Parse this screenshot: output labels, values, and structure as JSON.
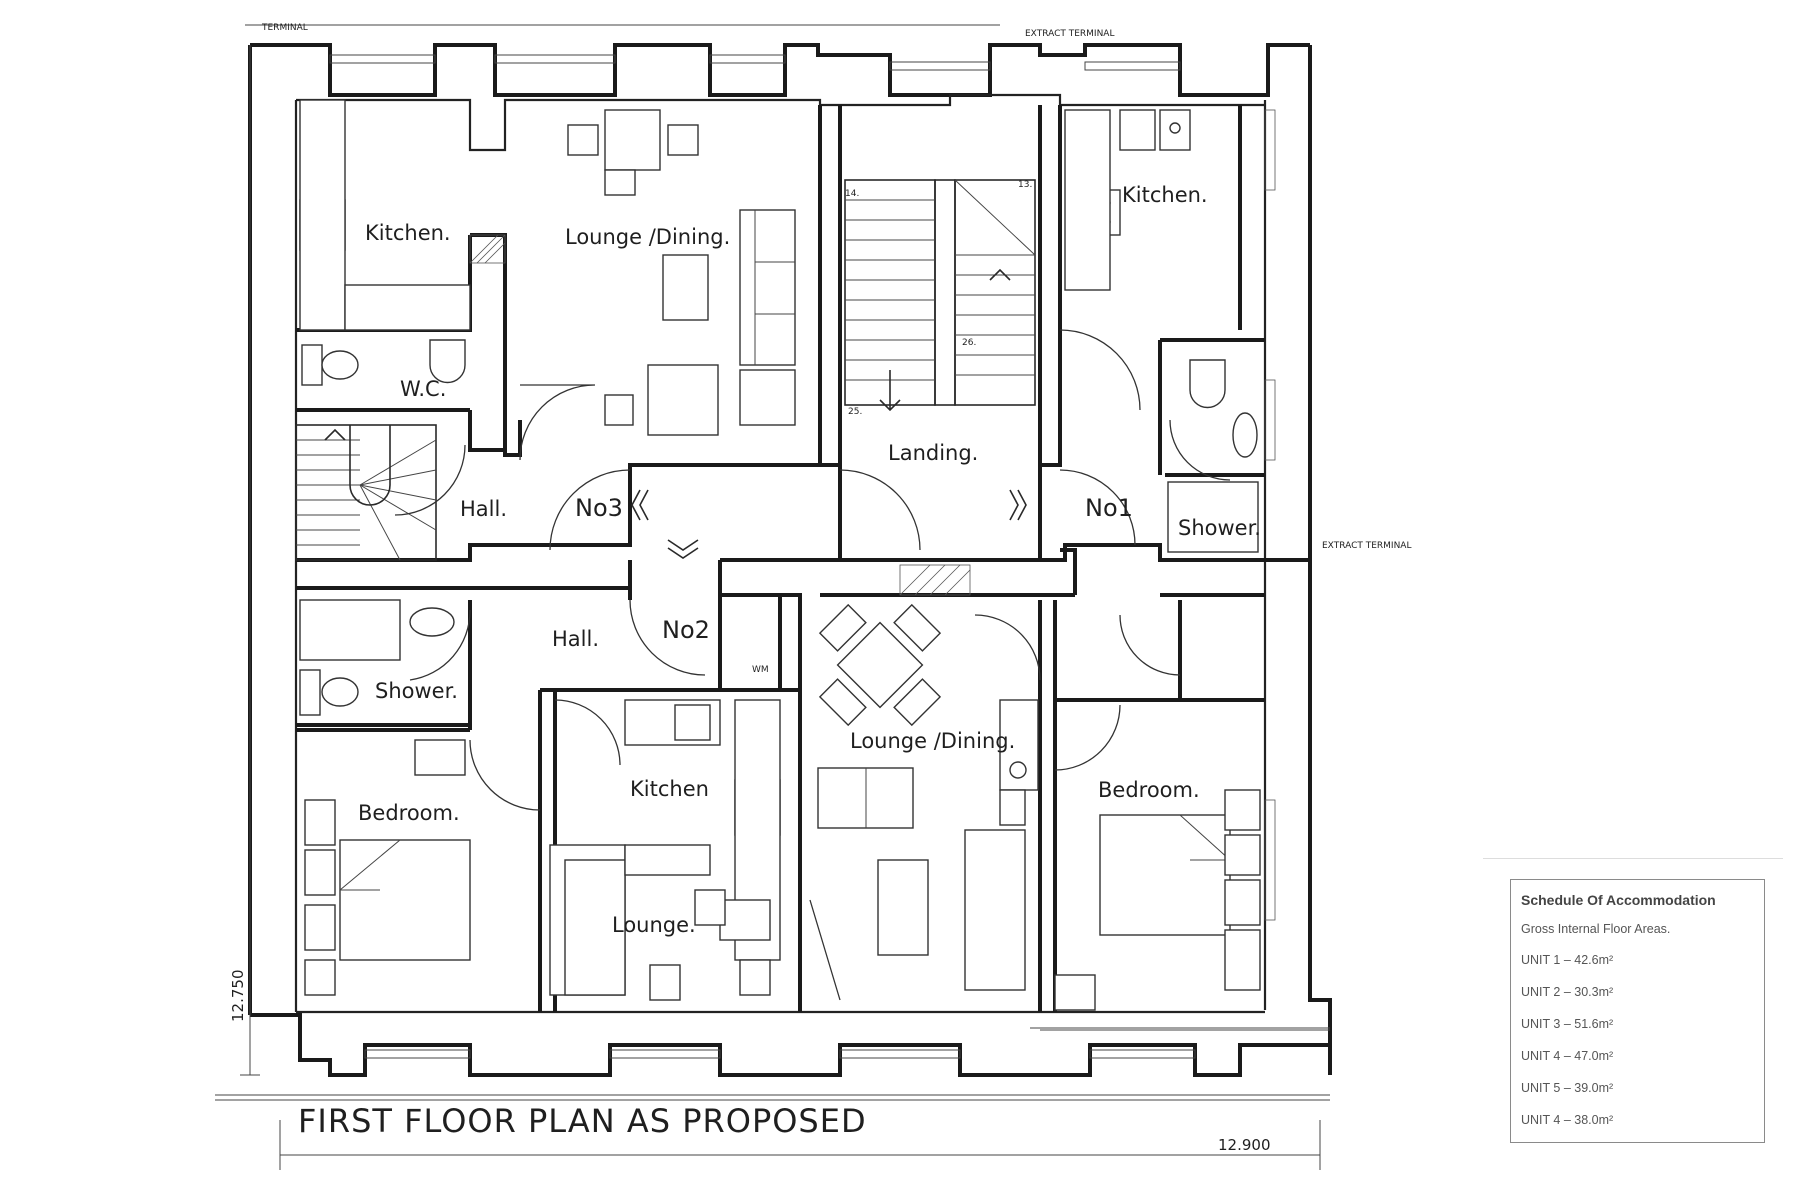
{
  "drawing": {
    "title": "FIRST FLOOR PLAN AS PROPOSED",
    "dim_height": "12.750",
    "dim_width": "12.900",
    "notes": {
      "terminal_top_left": "TERMINAL",
      "terminal_top_right": "EXTRACT TERMINAL",
      "extract_terminal_right": "EXTRACT TERMINAL"
    },
    "units": {
      "no1": "No1",
      "no2": "No2",
      "no3": "No3"
    },
    "rooms": {
      "kitchen_tl": "Kitchen.",
      "lounge_dining_top": "Lounge /Dining.",
      "wc": "W.C.",
      "hall_top": "Hall.",
      "landing": "Landing.",
      "kitchen_tr": "Kitchen.",
      "shower_right": "Shower.",
      "shower_left": "Shower.",
      "hall_mid": "Hall.",
      "wm": "WM",
      "bedroom_left": "Bedroom.",
      "kitchen_mid": "Kitchen",
      "lounge_mid": "Lounge.",
      "lounge_dining_bottom": "Lounge /Dining.",
      "bedroom_right": "Bedroom."
    },
    "stair_numbers": [
      "14.",
      "13.",
      "26.",
      "25."
    ]
  },
  "schedule": {
    "heading": "Schedule Of Accommodation",
    "subheading": "Gross Internal Floor Areas.",
    "rows": [
      "UNIT 1 – 42.6m²",
      "UNIT 2 – 30.3m²",
      "UNIT 3 – 51.6m²",
      "UNIT 4 – 47.0m²",
      "UNIT 5 – 39.0m²",
      "UNIT 4 – 38.0m²"
    ]
  }
}
